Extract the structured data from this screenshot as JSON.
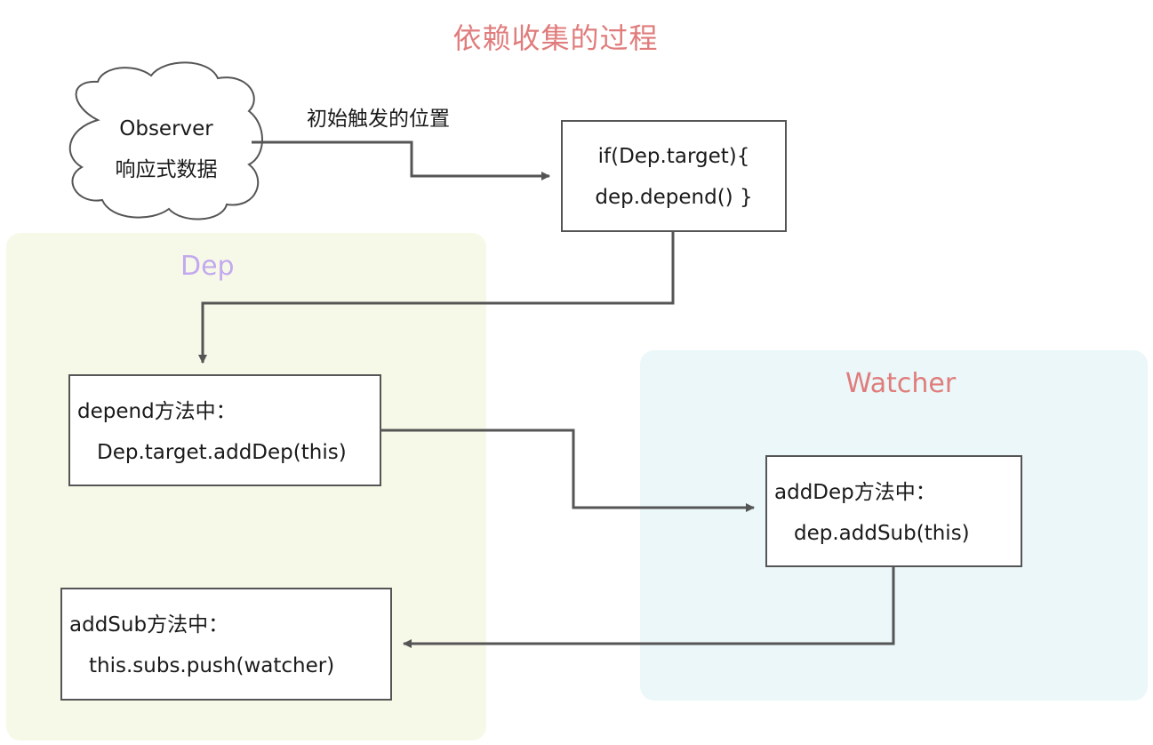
{
  "title": "依赖收集的过程",
  "regions": {
    "dep": {
      "label": "Dep",
      "color": "#c3a9ee",
      "fill": "#f7f9e8"
    },
    "watcher": {
      "label": "Watcher",
      "color": "#e07c7c",
      "fill": "#ebf7f8"
    }
  },
  "nodes": {
    "observer": {
      "line1": "Observer",
      "line2": "响应式数据"
    },
    "target_check": {
      "line1": "if(Dep.target){",
      "line2": "dep.depend() }"
    },
    "depend_method": {
      "line1": "depend方法中：",
      "line2": "Dep.target.addDep(this)"
    },
    "adddep_method": {
      "line1": "addDep方法中：",
      "line2": "dep.addSub(this)"
    },
    "addsub_method": {
      "line1": "addSub方法中：",
      "line2": "this.subs.push(watcher)"
    }
  },
  "edges": {
    "trigger_label": "初始触发的位置"
  },
  "colors": {
    "title": "#e07c7c",
    "line": "#555555"
  }
}
